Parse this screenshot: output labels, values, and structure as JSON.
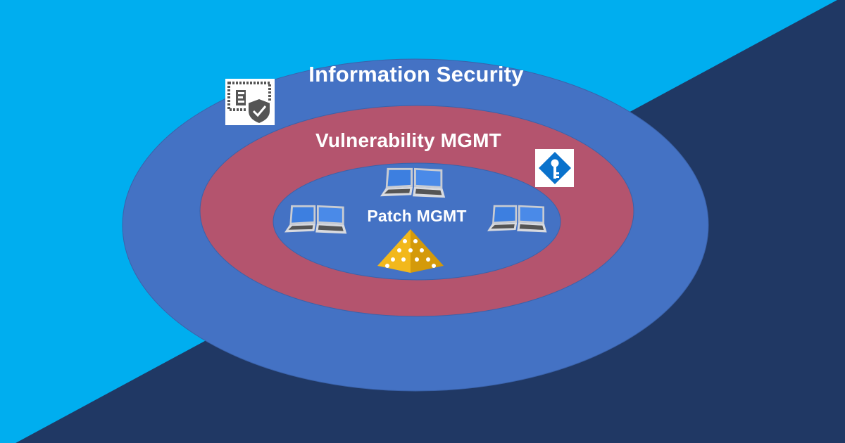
{
  "diagram": {
    "title": "Nested security domains",
    "rings": [
      {
        "label": "Information Security",
        "color": "#4472c4"
      },
      {
        "label": "Vulnerability MGMT",
        "color": "#b4546e"
      },
      {
        "label": "Patch MGMT",
        "color": "#4472c4"
      }
    ],
    "colors": {
      "background_light": "#00aeef",
      "background_dark": "#203864"
    },
    "icons": [
      "certificate-shield-icon",
      "key-icon",
      "laptop-icon",
      "pyramid-network-icon"
    ]
  }
}
